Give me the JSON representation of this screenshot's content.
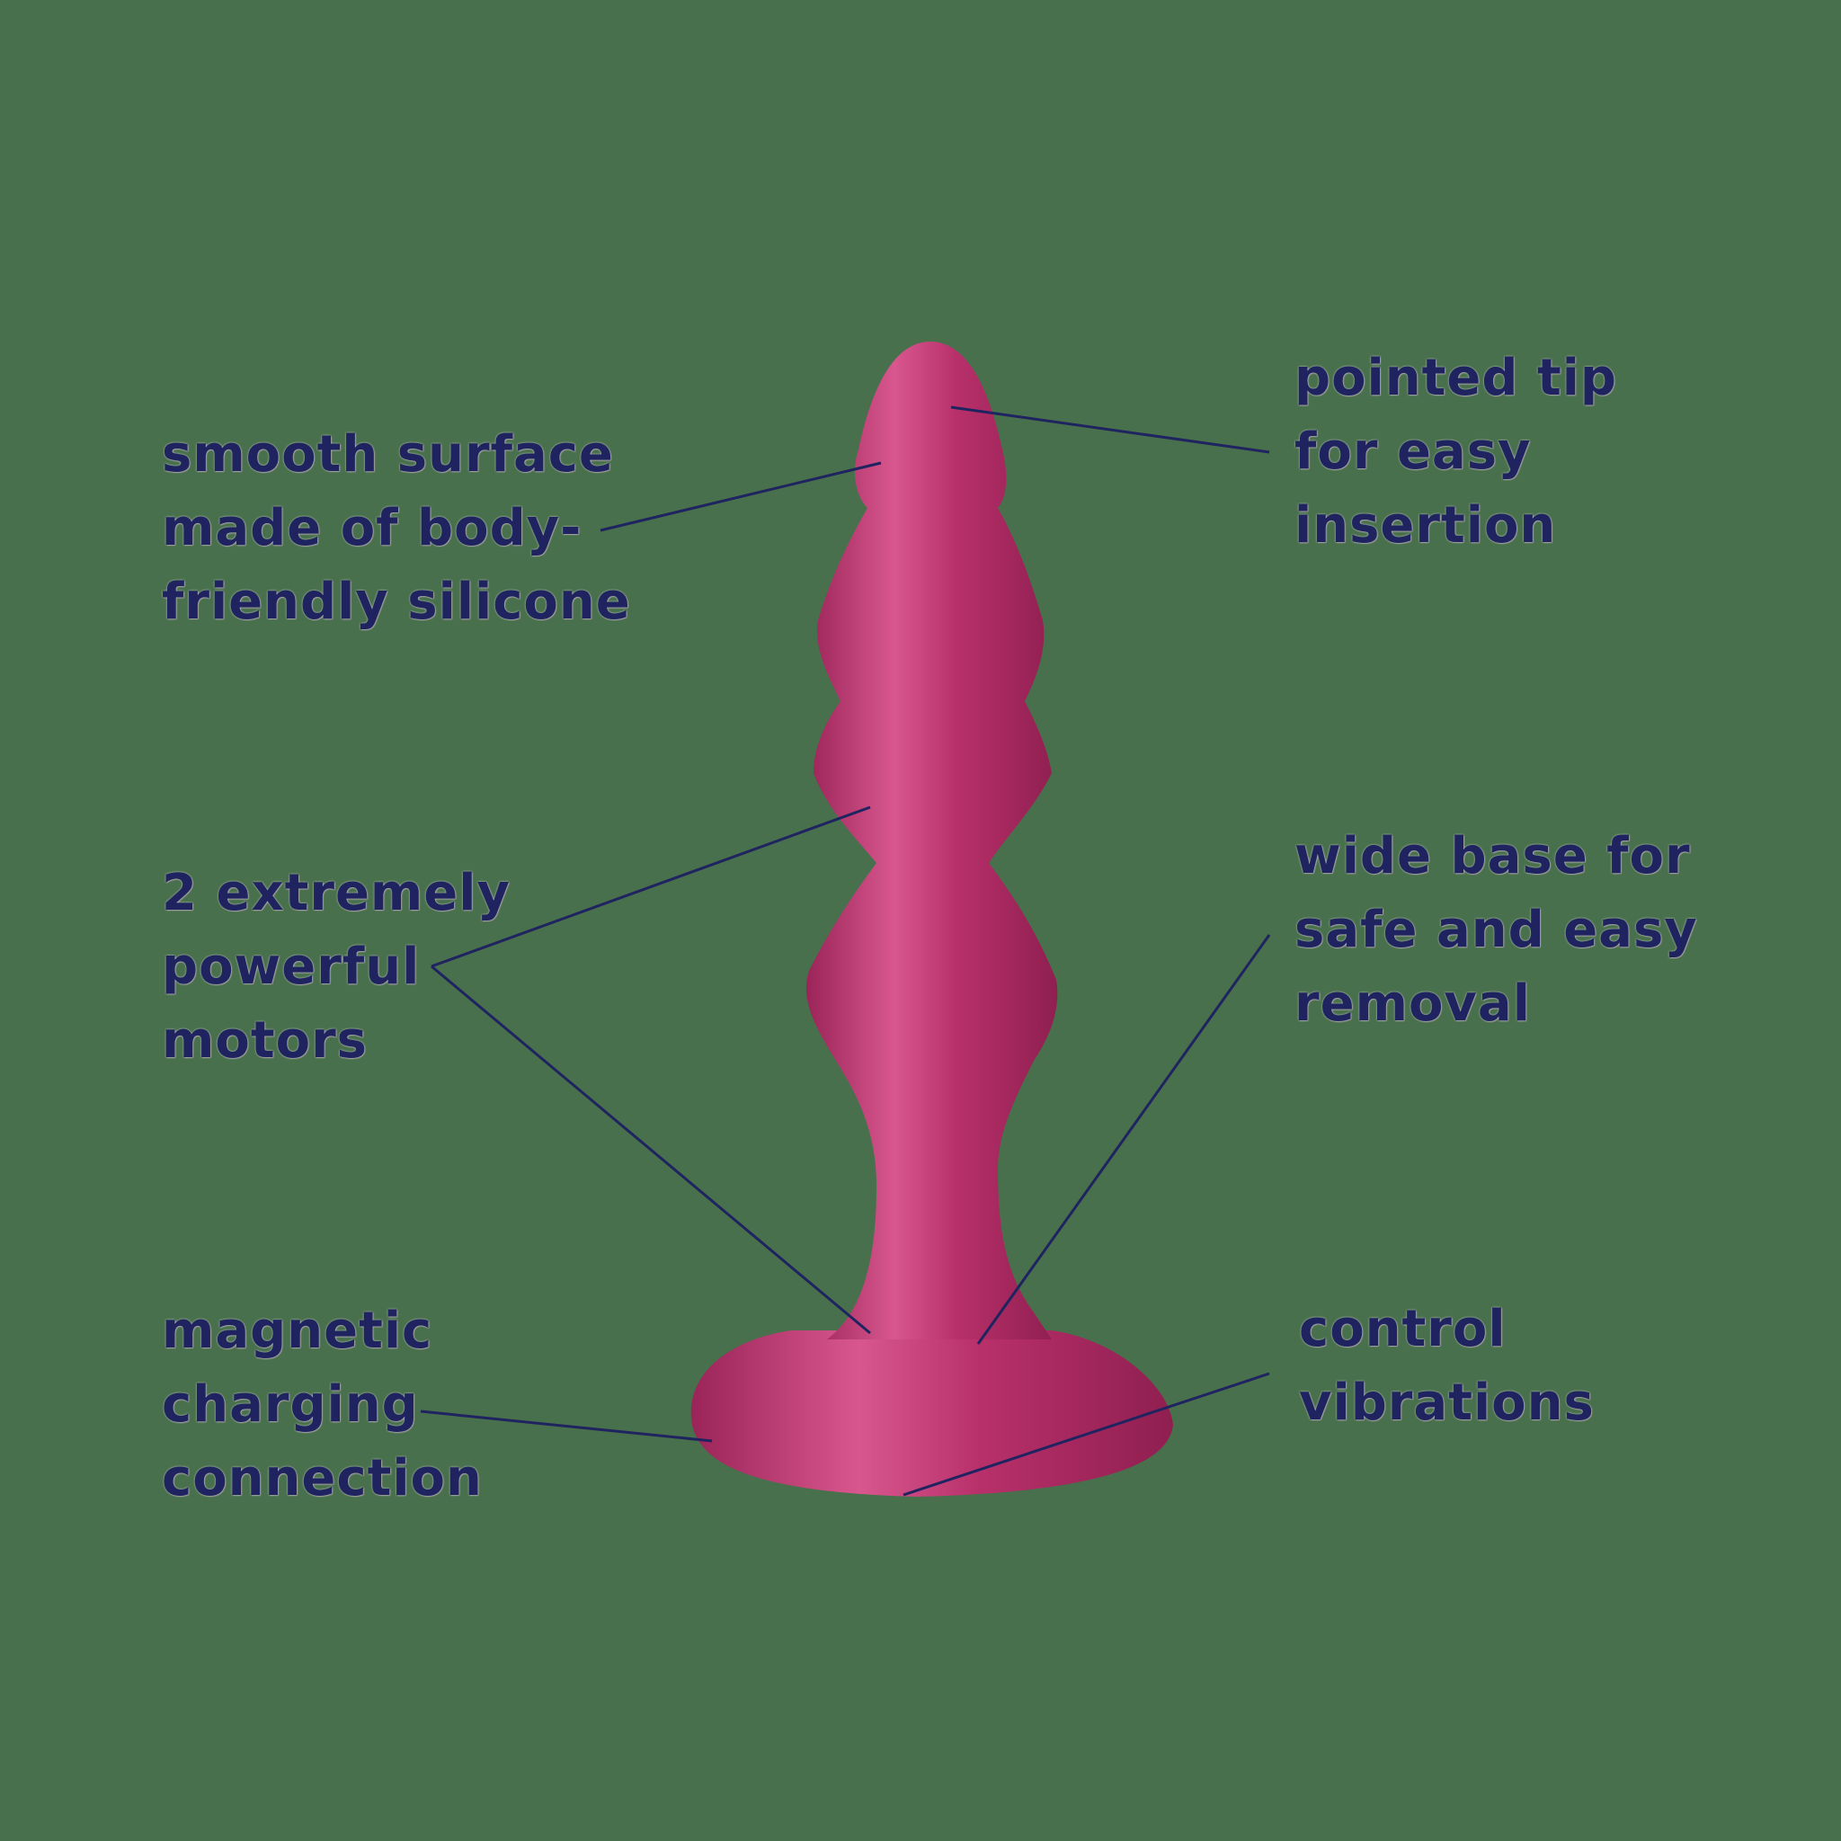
{
  "colors": {
    "background": "#48704c",
    "text": "#1f2460",
    "product": "#b8306a",
    "product_highlight": "#d8578e",
    "leader_line": "#1f2460"
  },
  "labels": {
    "surface": "smooth surface\nmade of body-\nfriendly silicone",
    "tip": "pointed tip\nfor easy\ninsertion",
    "motors": "2 extremely\npowerful\nmotors",
    "base": "wide base for\nsafe and easy\nremoval",
    "charging": "magnetic\ncharging\nconnection",
    "control": "control\nvibrations"
  }
}
